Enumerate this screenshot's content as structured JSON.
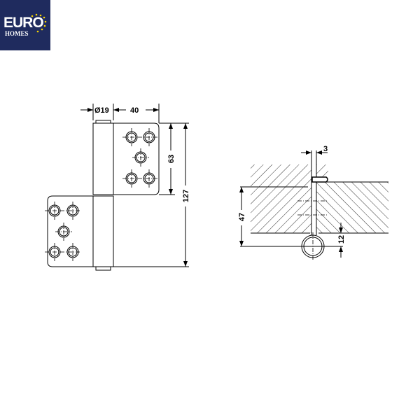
{
  "logo": {
    "brand": "EURO",
    "sub": "HOMES",
    "bg": "#1f2b5e",
    "star": "#f5d400"
  },
  "dimensions": {
    "pin_diameter": "Ø19",
    "leaf_width": "40",
    "leaf_height": "63",
    "total_height": "127",
    "gap": "3",
    "depth": "47",
    "offset": "12"
  }
}
